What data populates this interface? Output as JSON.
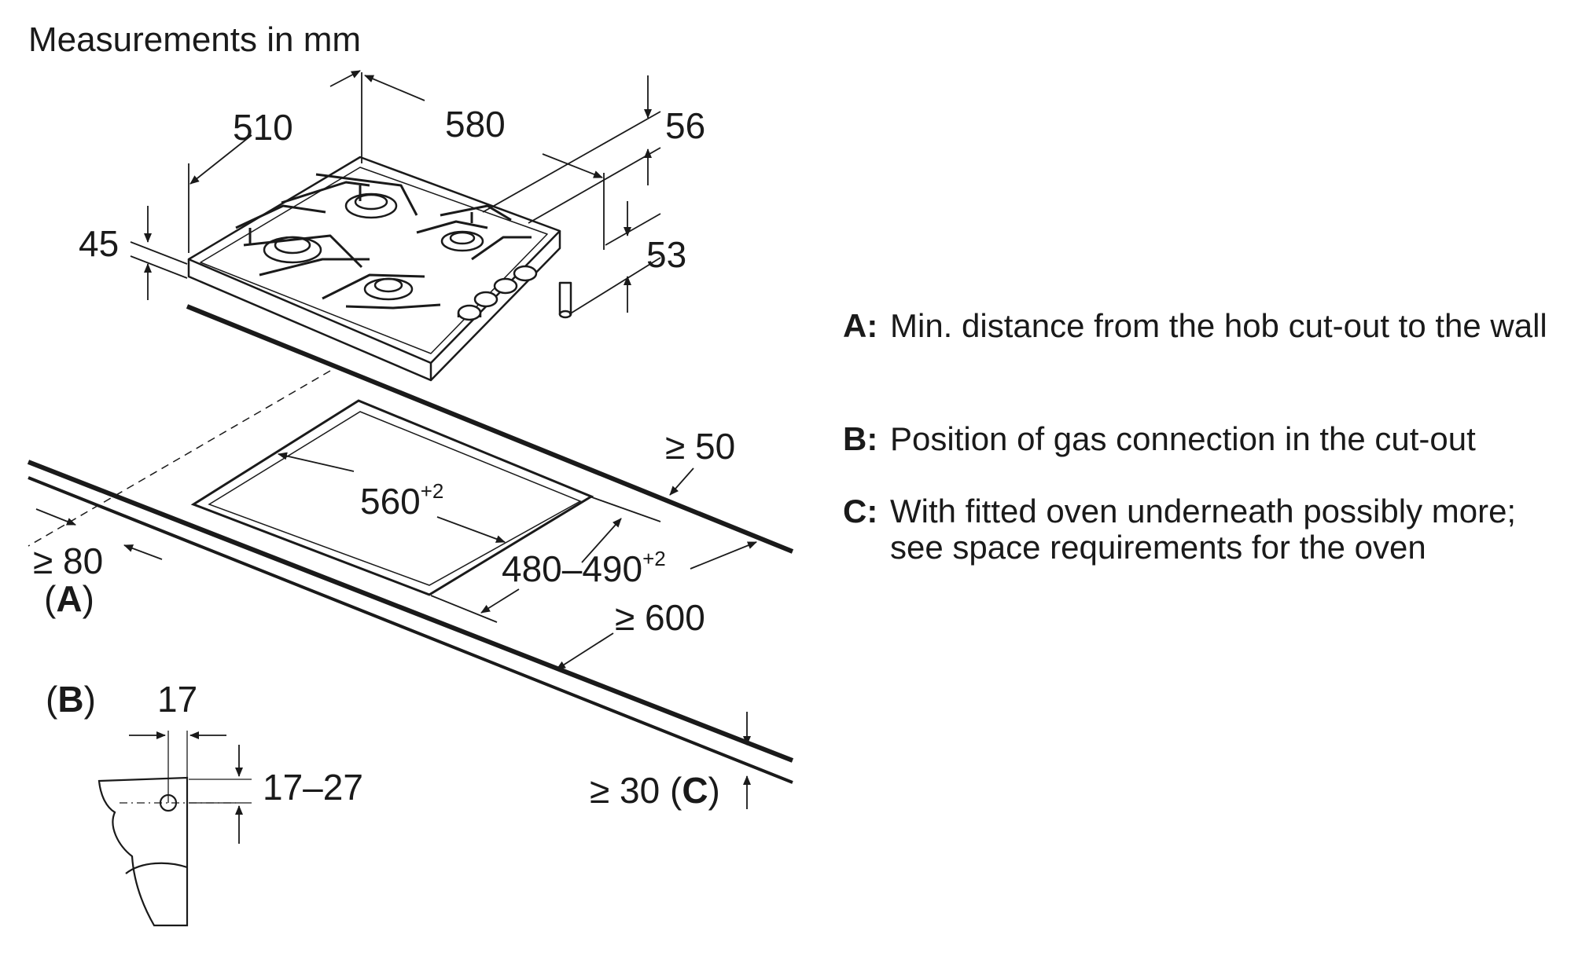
{
  "title": "Measurements in mm",
  "dimensions": {
    "hob_depth": "510",
    "hob_width": "580",
    "height_total": "56",
    "height_hob": "45",
    "height_feet": "53",
    "min_back": "≥ 50",
    "cutout_width": "560",
    "cutout_width_tol": "+2",
    "cutout_depth": "480–490",
    "cutout_depth_tol": "+2",
    "worktop_depth": "≥ 600",
    "min_front": "≥ 80",
    "min_front_label": "A",
    "min_below": "≥ 30",
    "min_below_label": "C",
    "gas_offset": "17",
    "gas_range": "17–27",
    "gas_label": "B"
  },
  "legend": [
    {
      "key": "A:",
      "text": "Min. distance from the hob cut-out to the wall"
    },
    {
      "key": "B:",
      "text": "Position of gas connection in the cut-out"
    },
    {
      "key": "C:",
      "text": "With fitted oven underneath possibly more; see space requirements for the oven"
    }
  ]
}
